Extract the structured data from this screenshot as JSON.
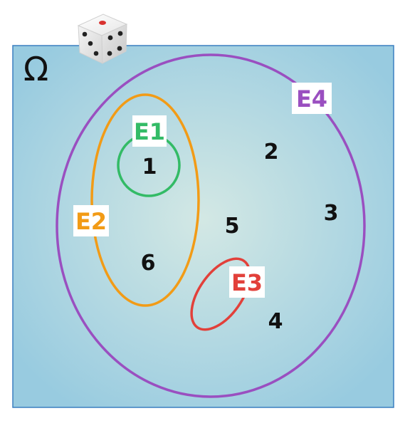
{
  "universe": {
    "symbol": "Ω"
  },
  "events": [
    {
      "id": "E1",
      "label": "E1",
      "color": "#33bb66"
    },
    {
      "id": "E2",
      "label": "E2",
      "color": "#f29b16"
    },
    {
      "id": "E3",
      "label": "E3",
      "color": "#e2403a"
    },
    {
      "id": "E4",
      "label": "E4",
      "color": "#9a4fc0"
    }
  ],
  "outcomes": [
    "1",
    "2",
    "3",
    "4",
    "5",
    "6"
  ],
  "colors": {
    "sample_space_fill_center": "#cfe6e4",
    "sample_space_fill_edge": "#9ccde0",
    "sample_space_border": "#3a7fc0",
    "outcome_text": "#111111"
  },
  "icons": {
    "die": "die-icon"
  }
}
